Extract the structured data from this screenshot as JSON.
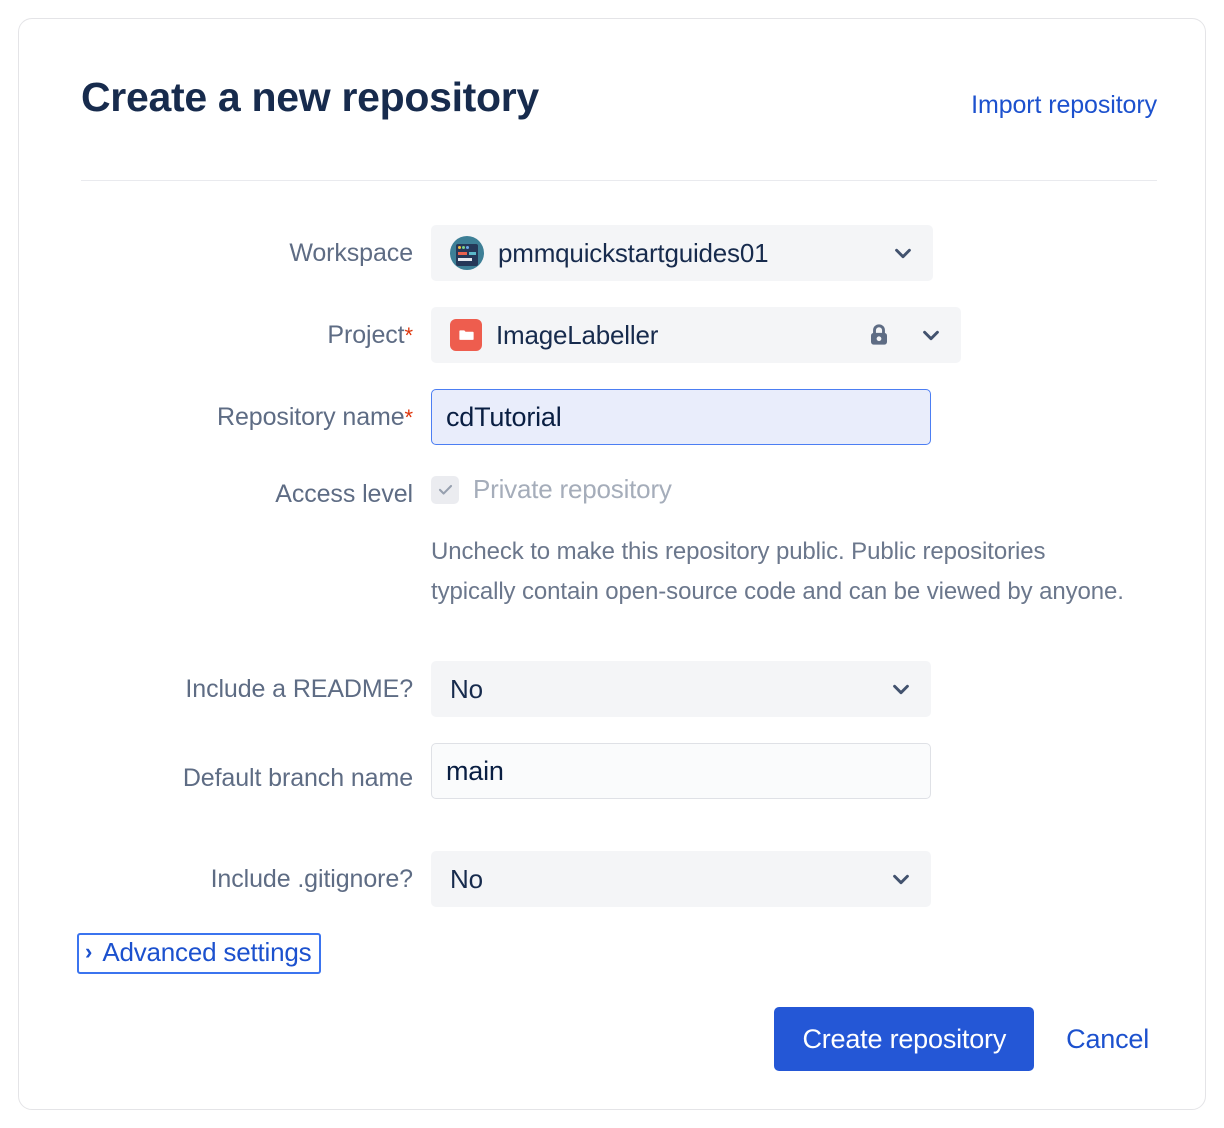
{
  "header": {
    "title": "Create a new repository",
    "import_link": "Import repository"
  },
  "form": {
    "workspace": {
      "label": "Workspace",
      "value": "pmmquickstartguides01",
      "avatar_icon": "workspace-avatar-icon",
      "chevron_icon": "chevron-down-icon"
    },
    "project": {
      "label": "Project",
      "required_marker": "*",
      "value": "ImageLabeller",
      "project_icon": "folder-icon",
      "lock_icon": "lock-icon",
      "chevron_icon": "chevron-down-icon"
    },
    "repository_name": {
      "label": "Repository name",
      "required_marker": "*",
      "value": "cdTutorial",
      "placeholder": ""
    },
    "access_level": {
      "label": "Access level",
      "checkbox_label": "Private repository",
      "checked": true,
      "disabled": true,
      "check_icon": "check-icon",
      "help_text": "Uncheck to make this repository public. Public repositories typically contain open-source code and can be viewed by anyone."
    },
    "include_readme": {
      "label": "Include a README?",
      "value": "No",
      "chevron_icon": "chevron-down-icon"
    },
    "default_branch": {
      "label": "Default branch name",
      "value": "main",
      "placeholder": ""
    },
    "include_gitignore": {
      "label": "Include .gitignore?",
      "value": "No",
      "chevron_icon": "chevron-down-icon"
    },
    "advanced_settings": {
      "label": "Advanced settings",
      "caret_icon": "chevron-right-icon"
    }
  },
  "footer": {
    "create_label": "Create repository",
    "cancel_label": "Cancel"
  },
  "colors": {
    "primary_button": "#2457D6",
    "link": "#1C51CE",
    "required_asterisk": "#DE350B",
    "label_text": "#5E6C84",
    "field_background": "#F4F5F7",
    "focused_field_background": "#E9EDFB",
    "focus_border": "#4C7EF3",
    "project_icon_background": "#EE5D4E",
    "workspace_avatar_background": "#3D7F96",
    "card_border": "#E4E4E7"
  }
}
